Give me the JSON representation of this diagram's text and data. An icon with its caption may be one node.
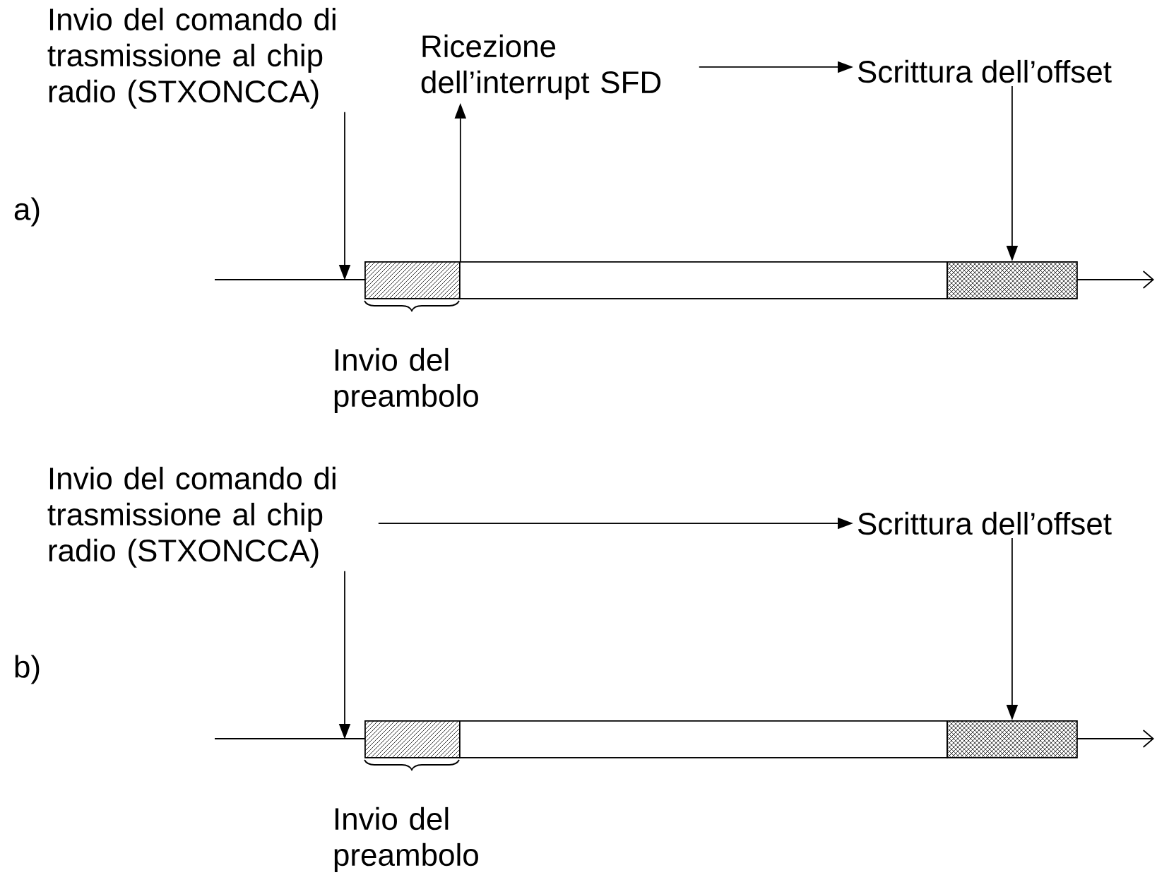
{
  "diagram": {
    "nodes": [
      {
        "text": [
          "Invio del comando di trasmissione al chip radio (STXONCCA)"
        ]
      },
      {
        "text": [
          "Ricezione dell’interrupt SFD"
        ]
      },
      {
        "text": [
          "Scrittura dell’offset"
        ]
      },
      {
        "text": [],
        "shape": "box",
        "beside": [
          "Invio del preambolo"
        ]
      },
      {
        "text": [],
        "shape": "box"
      },
      {
        "text": [],
        "shape": "box"
      },
      {
        "text": [
          "Invio del comando di trasmissione al chip radio (STXONCCA)"
        ]
      },
      {
        "text": [
          "Scrittura dell’offset"
        ]
      },
      {
        "text": [],
        "shape": "box",
        "beside": [
          "Invio del preambolo"
        ]
      },
      {
        "text": [],
        "shape": "box"
      },
      {
        "text": [],
        "shape": "box"
      }
    ],
    "edges": [
      {
        "from": 0,
        "to": 3,
        "arrow": "to"
      },
      {
        "from": 3,
        "to": 1,
        "arrow": "to"
      },
      {
        "from": 1,
        "to": 2,
        "arrow": "to"
      },
      {
        "from": 2,
        "to": 5,
        "arrow": "to"
      },
      {
        "from": 6,
        "to": 8,
        "arrow": "to"
      },
      {
        "from": 6,
        "to": 7,
        "arrow": "to"
      },
      {
        "from": 7,
        "to": 10,
        "arrow": "to"
      }
    ],
    "labels": [
      "a)",
      "b)"
    ]
  }
}
